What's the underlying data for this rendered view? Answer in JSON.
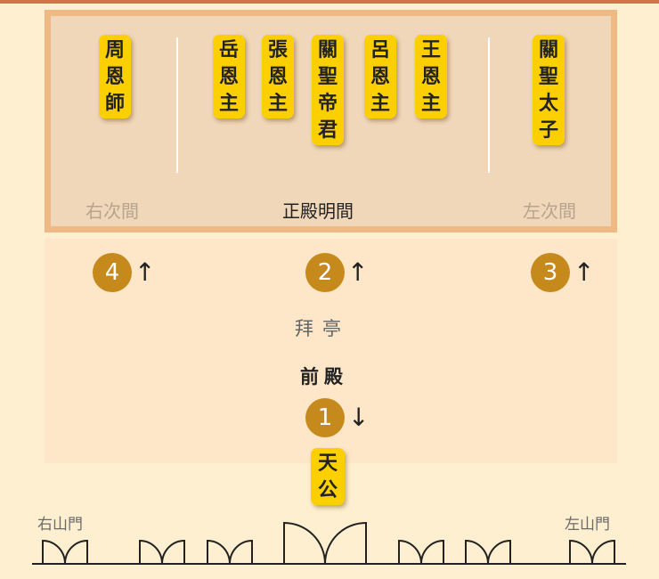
{
  "main_hall": {
    "left_plaque": [
      "周",
      "恩",
      "師"
    ],
    "center_plaques": [
      [
        "岳",
        "恩",
        "主"
      ],
      [
        "張",
        "恩",
        "主"
      ],
      [
        "關",
        "聖",
        "帝",
        "君"
      ],
      [
        "呂",
        "恩",
        "主"
      ],
      [
        "王",
        "恩",
        "主"
      ]
    ],
    "right_plaque": [
      "關",
      "聖",
      "太",
      "子"
    ],
    "labels": {
      "right_room": "右次間",
      "center_room": "正殿明間",
      "left_room": "左次間"
    }
  },
  "courtyard": {
    "markers": [
      {
        "number": "4",
        "arrow": "↑"
      },
      {
        "number": "2",
        "arrow": "↑"
      },
      {
        "number": "3",
        "arrow": "↑"
      },
      {
        "number": "1",
        "arrow": "↓"
      }
    ],
    "pavilion_label": "拜亭",
    "front_hall_label": "前殿"
  },
  "tiangong_plaque": [
    "天",
    "公"
  ],
  "gates": {
    "right_label": "右山門",
    "left_label": "左山門"
  }
}
